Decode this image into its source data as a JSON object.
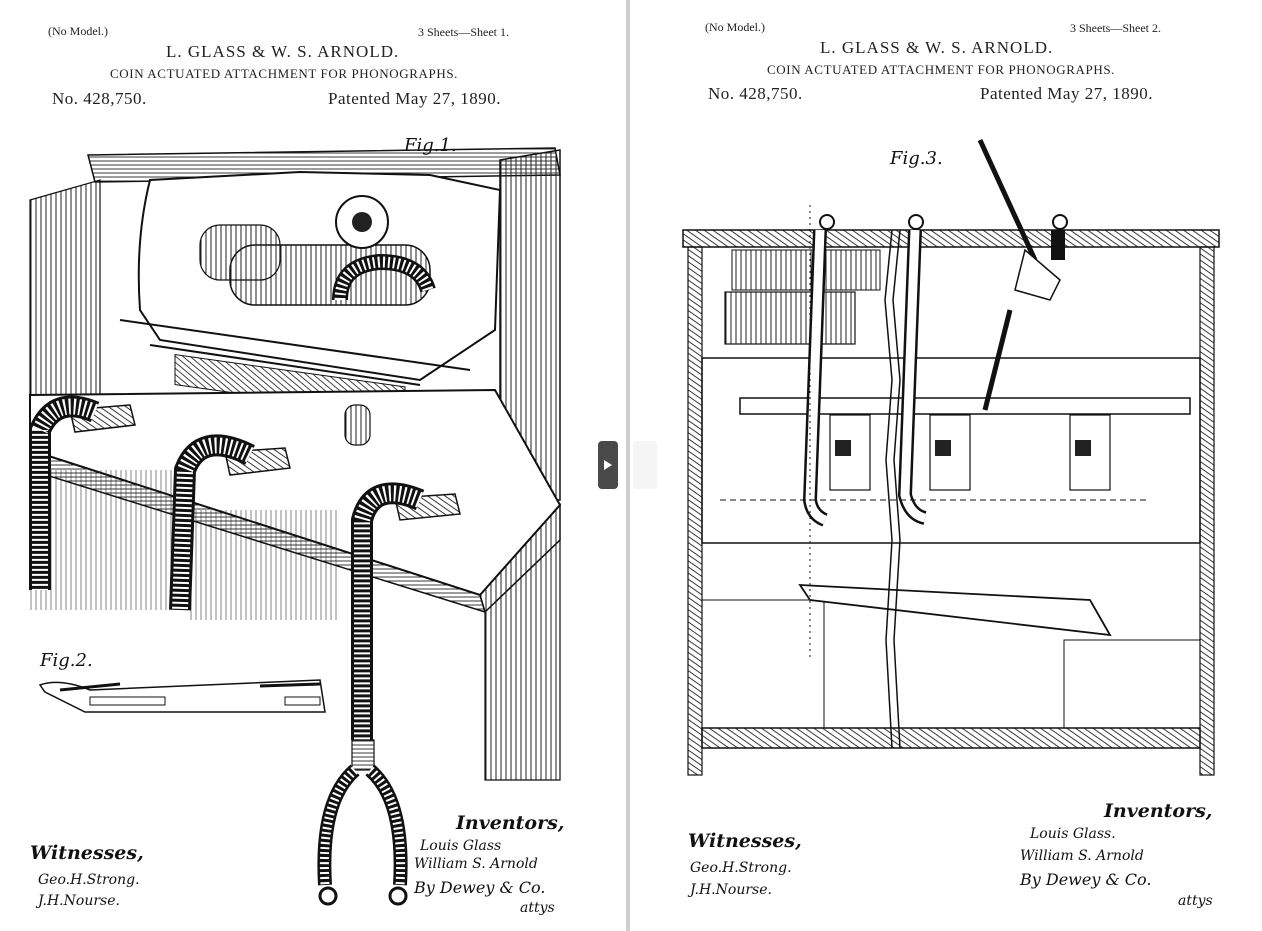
{
  "left_sheet": {
    "no_model": "(No Model.)",
    "sheet_label": "3 Sheets—Sheet 1.",
    "inventors_names": "L. GLASS & W. S. ARNOLD.",
    "title": "COIN ACTUATED ATTACHMENT FOR PHONOGRAPHS.",
    "patent_number": "No. 428,750.",
    "patent_date": "Patented May 27, 1890.",
    "fig1_label": "Fig.1.",
    "fig2_label": "Fig.2.",
    "witnesses_heading": "Witnesses,",
    "witness_1": "Geo.H.Strong.",
    "witness_2": "J.H.Nourse.",
    "inventors_heading": "Inventors,",
    "inventor_1": "Louis Glass",
    "inventor_2": "William S. Arnold",
    "attorney": "By Dewey & Co.",
    "attorney_suffix": "attys"
  },
  "right_sheet": {
    "no_model": "(No Model.)",
    "sheet_label": "3 Sheets—Sheet 2.",
    "inventors_names": "L. GLASS & W. S. ARNOLD.",
    "title": "COIN ACTUATED ATTACHMENT FOR PHONOGRAPHS.",
    "patent_number": "No. 428,750.",
    "patent_date": "Patented May 27, 1890.",
    "fig3_label": "Fig.3.",
    "witnesses_heading": "Witnesses,",
    "witness_1": "Geo.H.Strong.",
    "witness_2": "J.H.Nourse.",
    "inventors_heading": "Inventors,",
    "inventor_1": "Louis Glass.",
    "inventor_2": "William S. Arnold",
    "attorney": "By Dewey & Co.",
    "attorney_suffix": "attys"
  },
  "viewer": {
    "next_icon": "play-triangle-icon",
    "button_color": "#4a4a4a"
  }
}
